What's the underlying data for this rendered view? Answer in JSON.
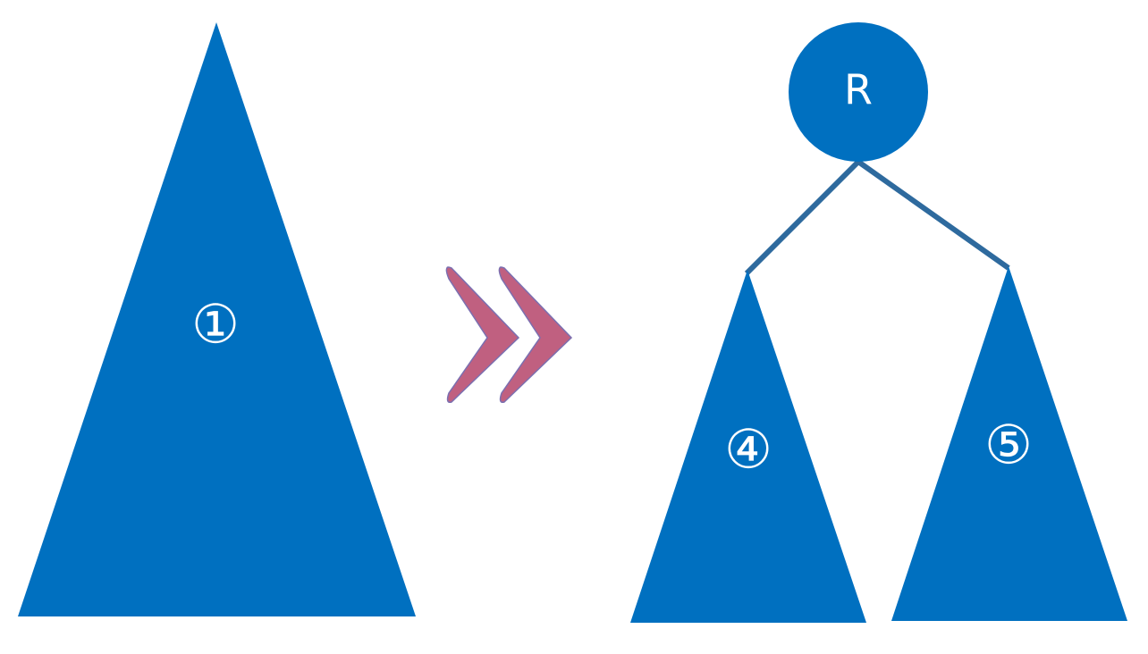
{
  "colors": {
    "background": "#ffffff",
    "shape_fill": "#0070c0",
    "edge_stroke": "#2e6a9e",
    "arrow_fill": "#c06080",
    "arrow_outline": "#7b6fb0",
    "text": "#ffffff"
  },
  "left_tree": {
    "label": "①"
  },
  "arrow": {
    "icon": "double-chevron-right"
  },
  "right_tree": {
    "root_label": "R",
    "left_subtree_label": "④",
    "right_subtree_label": "⑤"
  }
}
